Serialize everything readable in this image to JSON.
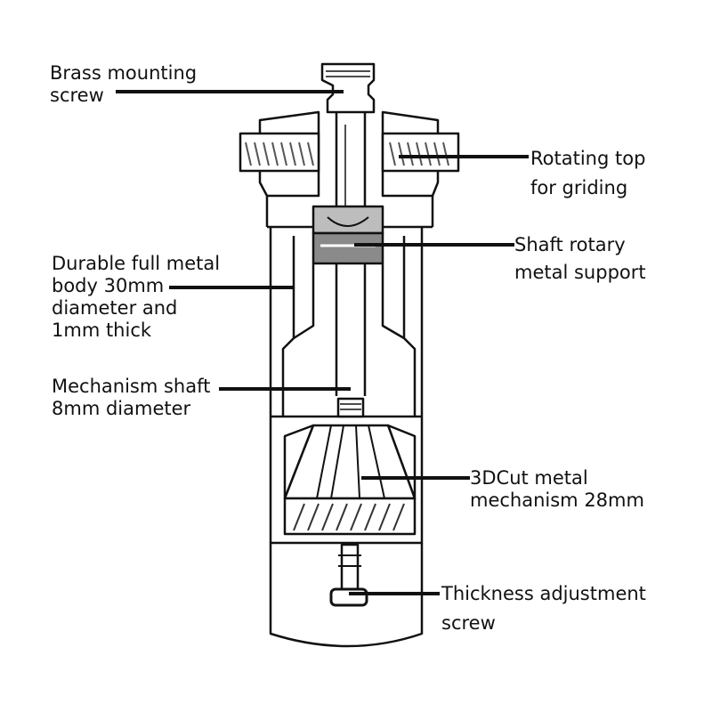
{
  "labels": {
    "brass_screw": [
      "Brass mounting",
      "screw"
    ],
    "rotating_top": [
      "Rotating top",
      "for griding"
    ],
    "shaft_support": [
      "Shaft rotary",
      "metal support"
    ],
    "metal_body": [
      "Durable full metal",
      "body 30mm",
      "diameter and",
      "1mm thick"
    ],
    "mechanism_shaft": [
      "Mechanism shaft",
      "8mm diameter"
    ],
    "metal_mechanism": [
      "3DCut metal",
      "mechanism 28mm"
    ],
    "thickness_screw": [
      "Thickness adjustment",
      "screw"
    ]
  },
  "colors": {
    "ink": "#111111",
    "support_gray": "#8a8a8a",
    "knurl_gray": "#555555"
  }
}
